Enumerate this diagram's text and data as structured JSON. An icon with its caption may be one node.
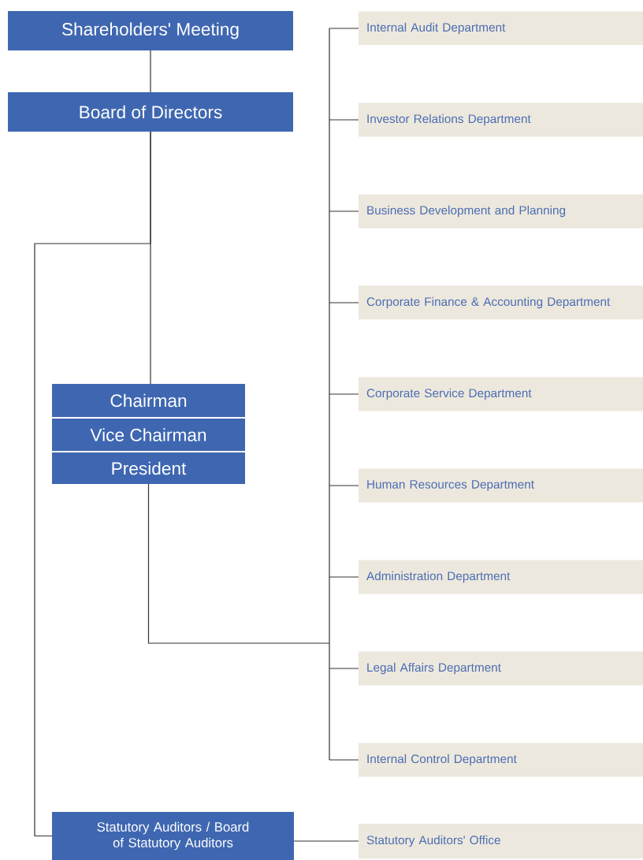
{
  "diagram": {
    "nodes": [
      {
        "text": [
          "Shareholders' Meeting"
        ]
      },
      {
        "text": [
          "Board of Directors"
        ]
      },
      {
        "text": [
          "Chairman"
        ]
      },
      {
        "text": [
          "Vice Chairman"
        ]
      },
      {
        "text": [
          "President"
        ]
      },
      {
        "text": [
          "Statutory Auditors / Board of Statutory Auditors"
        ]
      },
      {
        "text": [
          "Internal Audit Department"
        ]
      },
      {
        "text": [
          "Investor Relations Department"
        ]
      },
      {
        "text": [
          "Business Development and Planning"
        ]
      },
      {
        "text": [
          "Corporate Finance & Accounting Department"
        ]
      },
      {
        "text": [
          "Corporate Service Department"
        ]
      },
      {
        "text": [
          "Human Resources Department"
        ]
      },
      {
        "text": [
          "Administration Department"
        ]
      },
      {
        "text": [
          "Legal Affairs Department"
        ]
      },
      {
        "text": [
          "Internal Control Department"
        ]
      },
      {
        "text": [
          "Statutory Auditors' Office"
        ]
      }
    ],
    "edges": [
      {
        "from": 0,
        "to": 1,
        "arrow": "none"
      },
      {
        "from": 1,
        "to": 2,
        "arrow": "none"
      },
      {
        "from": 1,
        "to": 5,
        "arrow": "none"
      },
      {
        "from": 4,
        "to": 6,
        "arrow": "none"
      },
      {
        "from": 4,
        "to": 7,
        "arrow": "none"
      },
      {
        "from": 4,
        "to": 8,
        "arrow": "none"
      },
      {
        "from": 4,
        "to": 9,
        "arrow": "none"
      },
      {
        "from": 4,
        "to": 10,
        "arrow": "none"
      },
      {
        "from": 4,
        "to": 11,
        "arrow": "none"
      },
      {
        "from": 4,
        "to": 12,
        "arrow": "none"
      },
      {
        "from": 4,
        "to": 13,
        "arrow": "none"
      },
      {
        "from": 4,
        "to": 14,
        "arrow": "none"
      },
      {
        "from": 5,
        "to": 15,
        "arrow": "none"
      }
    ]
  }
}
